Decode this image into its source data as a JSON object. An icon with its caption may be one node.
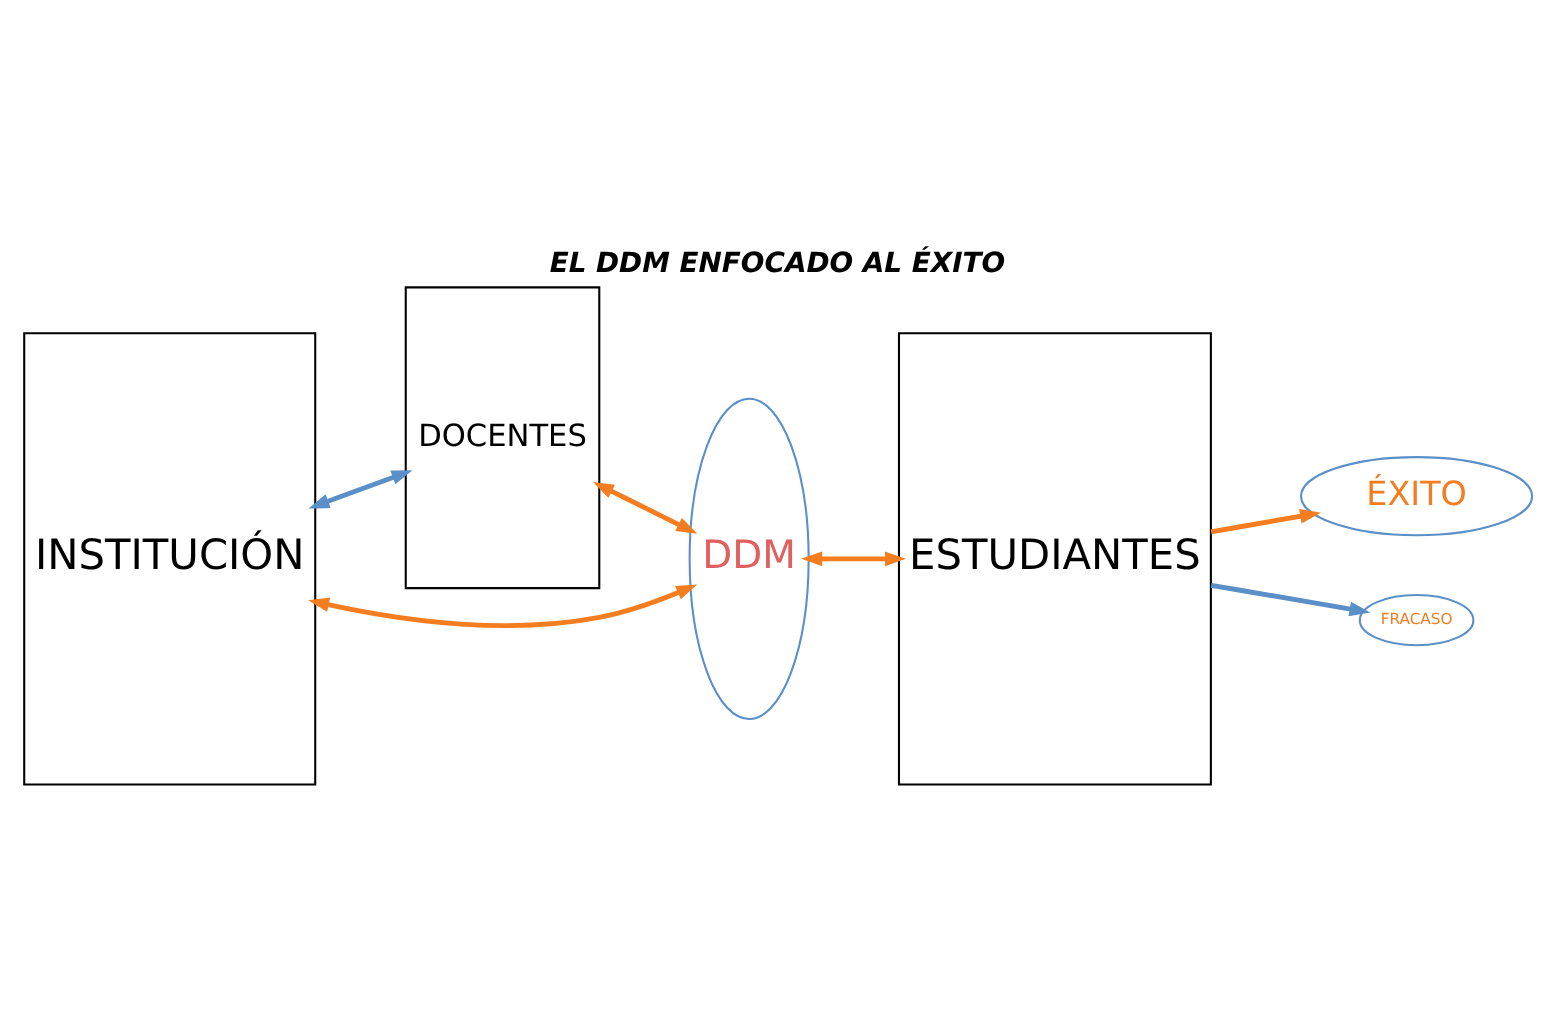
{
  "diagram": {
    "title": "EL DDM ENFOCADO AL ÉXITO",
    "nodes": [
      {
        "text": [
          "INSTITUCIÓN"
        ]
      },
      {
        "text": [
          "DOCENTES"
        ]
      },
      {
        "text": [
          "DDM"
        ]
      },
      {
        "text": [
          "ESTUDIANTES"
        ]
      },
      {
        "text": [
          "ÉXITO"
        ]
      },
      {
        "text": [
          "FRACASO"
        ]
      }
    ],
    "edges": [
      {
        "from": 0,
        "to": 2,
        "arrow": "both"
      },
      {
        "from": 1,
        "to": 2,
        "arrow": "both"
      },
      {
        "from": 0,
        "to": 1,
        "arrow": "both",
        "color": "#5b8fc7"
      },
      {
        "from": 2,
        "to": 3,
        "arrow": "both"
      },
      {
        "from": 3,
        "to": 4,
        "arrow": "to"
      },
      {
        "from": 3,
        "to": 5,
        "arrow": "to",
        "color": "#5b8fc7"
      }
    ]
  }
}
